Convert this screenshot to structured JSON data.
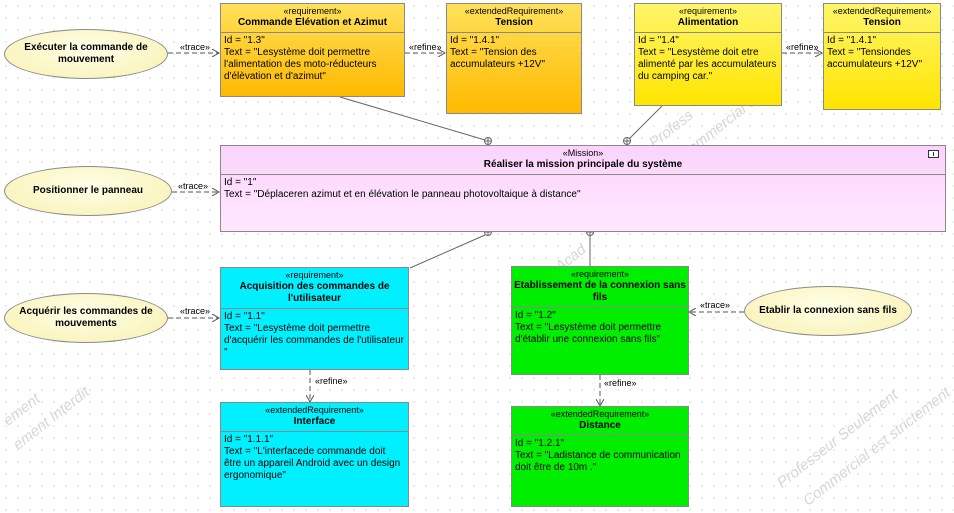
{
  "watermarks": [
    "Profess",
    "Commercial est",
    "Acad",
    "Professeur Seulement",
    "Commercial est strictement",
    "ement",
    "ement Interdit"
  ],
  "actors": {
    "move": "Exécuter la commande de mouvement",
    "position": "Positionner le panneau",
    "acquire": "Acquérir les commandes de mouvements",
    "connect": "Etablir la connexion sans fils"
  },
  "boxes": {
    "cmd": {
      "stereotype": "«requirement»",
      "name": "Commande Elévation et Azimut",
      "id": "Id = \"1.3\"",
      "text": "Text = \"Lesystème doit permettre l'alimentation des moto-réducteurs d'élèvation et d'azimut\""
    },
    "tension1": {
      "stereotype": "«extendedRequirement»",
      "name": "Tension",
      "id": "Id = \"1.4.1\"",
      "text": "Text = \"Tension des accumulateurs +12V\""
    },
    "alim": {
      "stereotype": "«requirement»",
      "name": "Alimentation",
      "id": "Id = \"1.4\"",
      "text": "Text = \"Lesystème doit etre alimenté par les accumulateurs du camping car.\""
    },
    "tension2": {
      "stereotype": "«extendedRequirement»",
      "name": "Tension",
      "id": "Id = \"1.4.1\"",
      "text": "Text = \"Tensiondes accumulateurs +12V\""
    },
    "mission": {
      "stereotype": "«Mission»",
      "name": "Réaliser la mission principale du système",
      "id": "Id = \"1\"",
      "text": "Text = \"Déplaceren azimut et en élévation le panneau photovoltaique à distance\""
    },
    "acq": {
      "stereotype": "«requirement»",
      "name": "Acquisition des commandes de l'utilisateur",
      "id": "Id = \"1.1\"",
      "text": "Text = \"Lesystème doit permettre d'acquérir les commandes de l'utilisateur \""
    },
    "conn": {
      "stereotype": "«requirement»",
      "name": "Etablissement de la connexion sans fils",
      "id": "Id = \"1.2\"",
      "text": "Text = \"Lesystème doit permettre d'établir une connexion sans fils\""
    },
    "iface": {
      "stereotype": "«extendedRequirement»",
      "name": "Interface",
      "id": "Id = \"1.1.1\"",
      "text": "Text = \"L'interfacede commande doit être un appareil Android avec un design ergonomique\""
    },
    "dist": {
      "stereotype": "«extendedRequirement»",
      "name": "Distance",
      "id": "Id = \"1.2.1\"",
      "text": "Text = \"Ladistance de communication doit être de 10m .\""
    }
  },
  "links": {
    "trace": "«trace»",
    "refine": "«refine»"
  },
  "colors": {
    "requirement_dark_yellow": "#ffb900",
    "requirement_yellow": "#ffe500",
    "requirement_cyan": "#00f0ff",
    "requirement_green": "#00ee00",
    "mission_pink": "#fbd3fb",
    "actor_fill": "#f8f0b0"
  }
}
